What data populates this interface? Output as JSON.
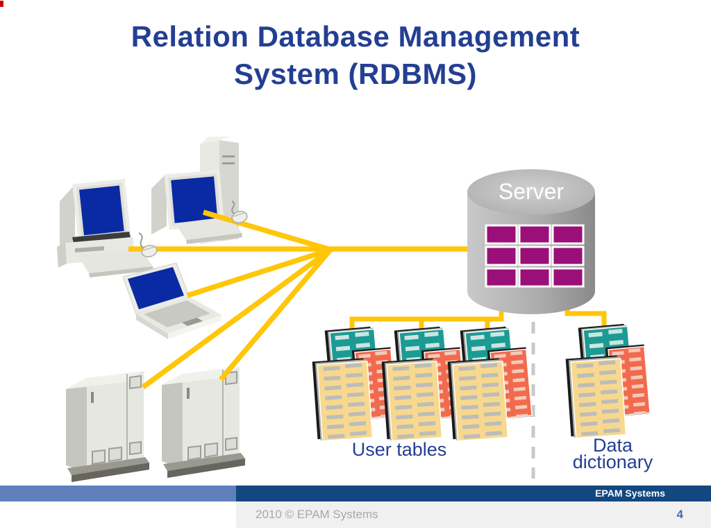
{
  "slide": {
    "title": {
      "line1": "Relation Database Management",
      "line2": "System (RDBMS)"
    },
    "diagram": {
      "server_label": "Server",
      "user_tables_label": "User tables",
      "data_dictionary_line1": "Data",
      "data_dictionary_line2": "dictionary"
    },
    "footer": {
      "brand": "EPAM Systems",
      "copyright": "2010 © EPAM Systems",
      "page_number": "4"
    },
    "colors": {
      "title_text": "#233F93",
      "connector_yellow": "#FFC60A",
      "server_table_magenta": "#9B0F79",
      "doc_teal": "#1B9B93",
      "doc_orange": "#F26A4D",
      "doc_yellow": "#F7D88E",
      "screen_blue": "#0A2AA4",
      "footer_navy": "#12477F",
      "footer_light_blue": "#5F80BC",
      "page_number_blue": "#3F6BB4",
      "dashed_divider_gray": "#C9C9C9"
    }
  }
}
